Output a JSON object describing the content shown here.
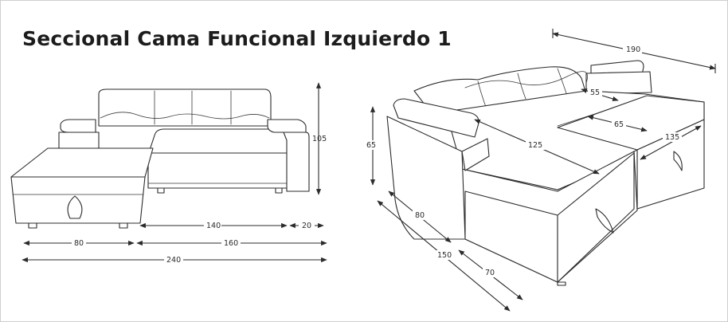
{
  "title": "Seccional Cama Funcional Izquierdo 1",
  "front_view": {
    "dims": {
      "height": "105",
      "seat_width": "140",
      "arm": "20",
      "chaise_width": "80",
      "sofa_width": "160",
      "total_width": "240"
    }
  },
  "iso_view": {
    "dims": {
      "bed_length": "190",
      "backrest_depth": "55",
      "gap": "65",
      "bed_width": "125",
      "ottoman_depth": "135",
      "height": "65",
      "depth": "80",
      "chaise_length": "150",
      "arm_depth": "70"
    }
  }
}
